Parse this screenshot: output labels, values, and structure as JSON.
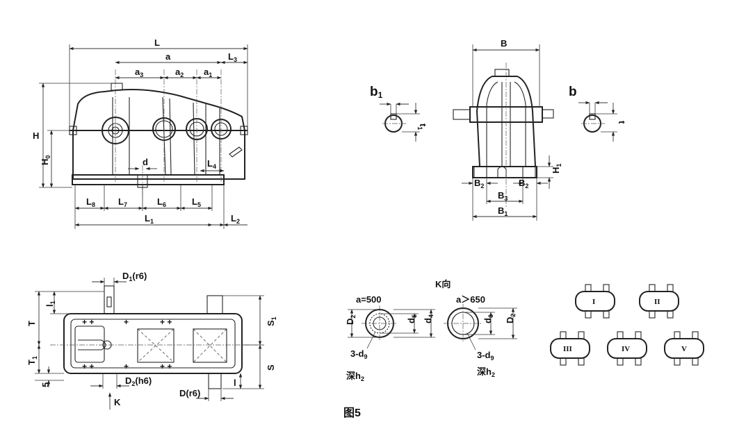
{
  "front_view": {
    "L": "L",
    "a": "a",
    "L3": "L",
    "L3_sub": "3",
    "a3": "a",
    "a3_sub": "3",
    "a2": "a",
    "a2_sub": "2",
    "a1": "a",
    "a1_sub": "1",
    "H": "H",
    "H0": "H",
    "H0_sub": "0",
    "d": "d",
    "L4": "L",
    "L4_sub": "4",
    "L8": "L",
    "L8_sub": "8",
    "L7": "L",
    "L7_sub": "7",
    "L6": "L",
    "L6_sub": "6",
    "L5": "L",
    "L5_sub": "5",
    "L1": "L",
    "L1_sub": "1",
    "L2": "L",
    "L2_sub": "2"
  },
  "side_view": {
    "B": "B",
    "b1": "b",
    "b1_sub": "1",
    "t1": "t",
    "t1_sub": "1",
    "b": "b",
    "t": "t",
    "H1": "H",
    "H1_sub": "1",
    "B2_left": "B",
    "B2_left_sub": "2",
    "B2_right": "B",
    "B2_right_sub": "2",
    "B3": "B",
    "B3_sub": "3",
    "B1": "B",
    "B1_sub": "1"
  },
  "top_view": {
    "D1": "D",
    "D1_sub": "1",
    "D1_fit": "(r6)",
    "l1": "l",
    "l1_sub": "1",
    "T": "T",
    "T1": "T",
    "T1_sub": "1",
    "five": "5",
    "D2": "D",
    "D2_sub": "2",
    "D2_fit": "(h6)",
    "K": "K",
    "D": "D",
    "D_fit": "(r6)",
    "S1": "S",
    "S1_sub": "1",
    "S": "S",
    "l": "l"
  },
  "k_view": {
    "title": "K向",
    "left_cond": "a=500",
    "right_cond": "a＞650",
    "D2": "D",
    "D2_sub": "2",
    "d5": "d",
    "d5_sub": "5",
    "d4": "d",
    "d4_sub": "4",
    "d6": "d",
    "d6_sub": "6",
    "holes_left": "3-d",
    "holes_left_sub": "9",
    "holes_right": "3-d",
    "holes_right_sub": "9",
    "depth_left": "深h",
    "depth_left_sub": "2",
    "depth_right": "深h",
    "depth_right_sub": "2"
  },
  "assembly_types": {
    "t1": "I",
    "t2": "II",
    "t3": "III",
    "t4": "IV",
    "t5": "V"
  },
  "figure": {
    "caption": "图5"
  }
}
